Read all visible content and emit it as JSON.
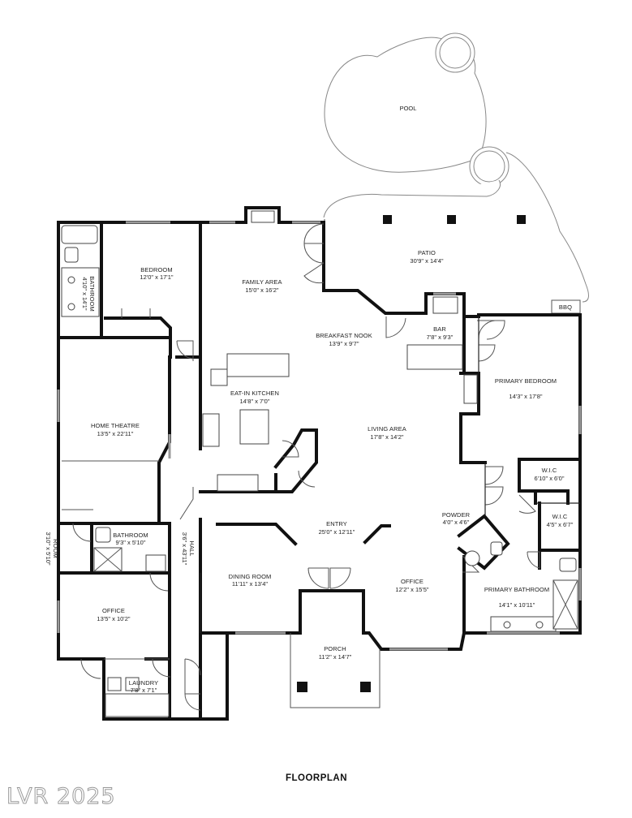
{
  "plan_title": "FLOORPLAN",
  "watermark": "LVR 2025",
  "rooms": {
    "pool": {
      "name": "POOL"
    },
    "patio": {
      "name": "PATIO",
      "dim": "30'9\" x 14'4\""
    },
    "bbq": {
      "name": "BBQ"
    },
    "bedroom": {
      "name": "BEDROOM",
      "dim": "12'0\" x 17'1\""
    },
    "bathroom_small": {
      "name": "BATHROOM",
      "dim": "4'10\" x 14'1\""
    },
    "family_area": {
      "name": "FAMILY AREA",
      "dim": "15'0\" x 16'2\""
    },
    "breakfast_nook": {
      "name": "BREAKFAST NOOK",
      "dim": "13'9\" x 9'7\""
    },
    "bar": {
      "name": "BAR",
      "dim": "7'8\" x 9'3\""
    },
    "eat_in_kitchen": {
      "name": "EAT-IN KITCHEN",
      "dim": "14'8\" x 7'0\""
    },
    "primary_bedroom": {
      "name": "PRIMARY BEDROOM",
      "dim": "14'3\" x 17'8\""
    },
    "home_theatre": {
      "name": "HOME THEATRE",
      "dim": "13'5\" x 22'11\""
    },
    "living_area": {
      "name": "LIVING AREA",
      "dim": "17'8\" x 14'2\""
    },
    "wic_1": {
      "name": "W.I.C",
      "dim": "6'10\" x 6'0\""
    },
    "wic_2": {
      "name": "W.I.C",
      "dim": "4'5\" x 6'7\""
    },
    "powder": {
      "name": "POWDER",
      "dim": "4'0\" x 4'6\""
    },
    "entry": {
      "name": "ENTRY",
      "dim": "25'0\" x 12'11\""
    },
    "room_side": {
      "name": "ROOM",
      "dim": "3'10\" x 5'10\""
    },
    "bathroom": {
      "name": "BATHROOM",
      "dim": "9'3\" x 5'10\""
    },
    "hall": {
      "name": "HALL",
      "dim": "3'6\" x 43'11\""
    },
    "dining_room": {
      "name": "DINING ROOM",
      "dim": "11'11\" x 13'4\""
    },
    "office_right": {
      "name": "OFFICE",
      "dim": "12'2\" x 15'5\""
    },
    "primary_bathroom": {
      "name": "PRIMARY BATHROOM",
      "dim": "14'1\" x 10'11\""
    },
    "office_left": {
      "name": "OFFICE",
      "dim": "13'5\" x 10'2\""
    },
    "porch": {
      "name": "PORCH",
      "dim": "11'2\" x 14'7\""
    },
    "laundry": {
      "name": "LAUNDRY",
      "dim": "7'8\" x 7'1\""
    }
  }
}
